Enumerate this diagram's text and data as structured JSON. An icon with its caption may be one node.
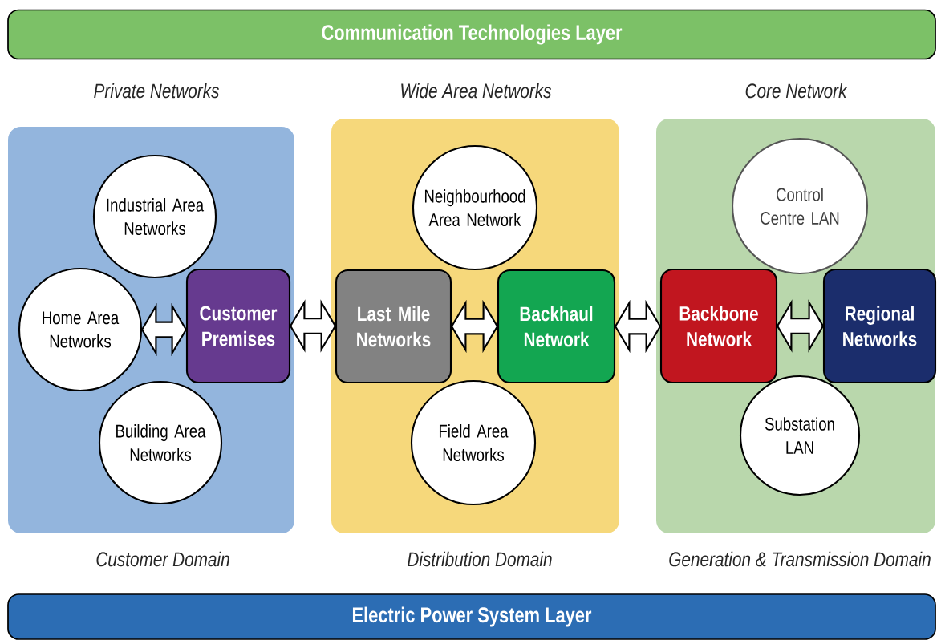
{
  "diagram": {
    "nodes": [
      {
        "text": [
          "Communication Technologies Layer"
        ]
      },
      {
        "text": [
          "Private Networks",
          "Customer Domain"
        ]
      },
      {
        "text": [
          "Industrial Area Networks"
        ],
        "in": 1
      },
      {
        "text": [
          "Home Area Networks"
        ],
        "in": 1
      },
      {
        "text": [
          "Customer Premises"
        ],
        "in": 1
      },
      {
        "text": [
          "Building Area Networks"
        ],
        "in": 1
      },
      {
        "text": [
          "Wide Area Networks",
          "Distribution Domain"
        ]
      },
      {
        "text": [
          "Neighbourhood Area Network"
        ],
        "in": 6
      },
      {
        "text": [
          "Last Mile Networks"
        ],
        "in": 6
      },
      {
        "text": [
          "Backhaul Network"
        ],
        "in": 6
      },
      {
        "text": [
          "Field Area Networks"
        ],
        "in": 6
      },
      {
        "text": [
          "Core Network",
          "Generation & Transmission Domain"
        ]
      },
      {
        "text": [
          "Control Centre LAN"
        ],
        "in": 11
      },
      {
        "text": [
          "Backbone Network"
        ],
        "in": 11
      },
      {
        "text": [
          "Regional Networks"
        ],
        "in": 11
      },
      {
        "text": [
          "Substation LAN"
        ],
        "in": 11
      },
      {
        "text": [
          "Electric Power System Layer"
        ]
      }
    ],
    "edges": [
      {
        "from": 3,
        "to": 4,
        "arrow": "both"
      },
      {
        "from": 4,
        "to": 8,
        "arrow": "both"
      },
      {
        "from": 8,
        "to": 9,
        "arrow": "both"
      },
      {
        "from": 9,
        "to": 13,
        "arrow": "both"
      },
      {
        "from": 13,
        "to": 14,
        "arrow": "both"
      }
    ]
  }
}
